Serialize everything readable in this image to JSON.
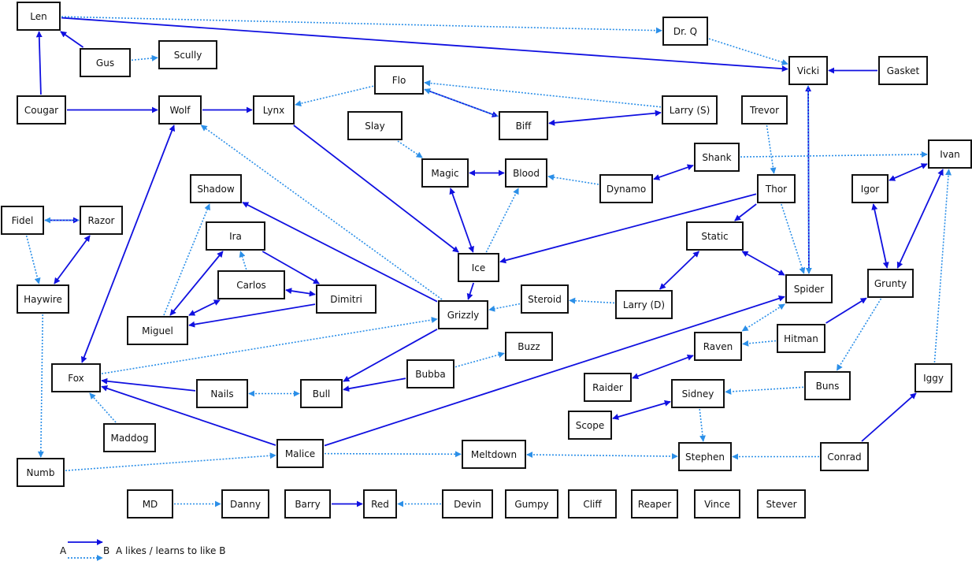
{
  "colors": {
    "likes": "#1010e0",
    "learns": "#2b8fe8",
    "border": "#111111"
  },
  "nodes": [
    {
      "id": "len",
      "label": "Len"
    },
    {
      "id": "gus",
      "label": "Gus"
    },
    {
      "id": "scully",
      "label": "Scully"
    },
    {
      "id": "drq",
      "label": "Dr. Q"
    },
    {
      "id": "vicki",
      "label": "Vicki"
    },
    {
      "id": "gasket",
      "label": "Gasket"
    },
    {
      "id": "cougar",
      "label": "Cougar"
    },
    {
      "id": "wolf",
      "label": "Wolf"
    },
    {
      "id": "lynx",
      "label": "Lynx"
    },
    {
      "id": "flo",
      "label": "Flo"
    },
    {
      "id": "biff",
      "label": "Biff"
    },
    {
      "id": "larrys",
      "label": "Larry (S)"
    },
    {
      "id": "trevor",
      "label": "Trevor"
    },
    {
      "id": "slay",
      "label": "Slay"
    },
    {
      "id": "magic",
      "label": "Magic"
    },
    {
      "id": "blood",
      "label": "Blood"
    },
    {
      "id": "dynamo",
      "label": "Dynamo"
    },
    {
      "id": "shank",
      "label": "Shank"
    },
    {
      "id": "ivan",
      "label": "Ivan"
    },
    {
      "id": "shadow",
      "label": "Shadow"
    },
    {
      "id": "thor",
      "label": "Thor"
    },
    {
      "id": "igor",
      "label": "Igor"
    },
    {
      "id": "fidel",
      "label": "Fidel"
    },
    {
      "id": "razor",
      "label": "Razor"
    },
    {
      "id": "ira",
      "label": "Ira"
    },
    {
      "id": "static",
      "label": "Static"
    },
    {
      "id": "ice",
      "label": "Ice"
    },
    {
      "id": "carlos",
      "label": "Carlos"
    },
    {
      "id": "dimitri",
      "label": "Dimitri"
    },
    {
      "id": "spider",
      "label": "Spider"
    },
    {
      "id": "grunty",
      "label": "Grunty"
    },
    {
      "id": "haywire",
      "label": "Haywire"
    },
    {
      "id": "steroid",
      "label": "Steroid"
    },
    {
      "id": "larryd",
      "label": "Larry (D)"
    },
    {
      "id": "grizzly",
      "label": "Grizzly"
    },
    {
      "id": "miguel",
      "label": "Miguel"
    },
    {
      "id": "hitman",
      "label": "Hitman"
    },
    {
      "id": "raven",
      "label": "Raven"
    },
    {
      "id": "buzz",
      "label": "Buzz"
    },
    {
      "id": "fox",
      "label": "Fox"
    },
    {
      "id": "bubba",
      "label": "Bubba"
    },
    {
      "id": "nails",
      "label": "Nails"
    },
    {
      "id": "bull",
      "label": "Bull"
    },
    {
      "id": "raider",
      "label": "Raider"
    },
    {
      "id": "buns",
      "label": "Buns"
    },
    {
      "id": "sidney",
      "label": "Sidney"
    },
    {
      "id": "iggy",
      "label": "Iggy"
    },
    {
      "id": "scope",
      "label": "Scope"
    },
    {
      "id": "maddog",
      "label": "Maddog"
    },
    {
      "id": "malice",
      "label": "Malice"
    },
    {
      "id": "meltdown",
      "label": "Meltdown"
    },
    {
      "id": "stephen",
      "label": "Stephen"
    },
    {
      "id": "conrad",
      "label": "Conrad"
    },
    {
      "id": "numb",
      "label": "Numb"
    },
    {
      "id": "md",
      "label": "MD"
    },
    {
      "id": "danny",
      "label": "Danny"
    },
    {
      "id": "barry",
      "label": "Barry"
    },
    {
      "id": "red",
      "label": "Red"
    },
    {
      "id": "devin",
      "label": "Devin"
    },
    {
      "id": "gumpy",
      "label": "Gumpy"
    },
    {
      "id": "cliff",
      "label": "Cliff"
    },
    {
      "id": "reaper",
      "label": "Reaper"
    },
    {
      "id": "vince",
      "label": "Vince"
    },
    {
      "id": "stever",
      "label": "Stever"
    }
  ],
  "edges": [
    {
      "from": "cougar",
      "to": "len",
      "type": "likes"
    },
    {
      "from": "gus",
      "to": "len",
      "type": "likes"
    },
    {
      "from": "len",
      "to": "vicki",
      "type": "likes"
    },
    {
      "from": "len",
      "to": "drq",
      "type": "learns"
    },
    {
      "from": "gus",
      "to": "scully",
      "type": "learns"
    },
    {
      "from": "drq",
      "to": "vicki",
      "type": "learns"
    },
    {
      "from": "gasket",
      "to": "vicki",
      "type": "likes"
    },
    {
      "from": "cougar",
      "to": "wolf",
      "type": "likes"
    },
    {
      "from": "wolf",
      "to": "lynx",
      "type": "likes"
    },
    {
      "from": "flo",
      "to": "lynx",
      "type": "learns"
    },
    {
      "from": "flo",
      "to": "biff",
      "type": "likes"
    },
    {
      "from": "biff",
      "to": "flo",
      "type": "learns"
    },
    {
      "from": "larrys",
      "to": "flo",
      "type": "learns"
    },
    {
      "from": "biff",
      "to": "larrys",
      "type": "likes",
      "both": true
    },
    {
      "from": "trevor",
      "to": "thor",
      "type": "learns"
    },
    {
      "from": "slay",
      "to": "magic",
      "type": "learns"
    },
    {
      "from": "magic",
      "to": "blood",
      "type": "likes",
      "both": true
    },
    {
      "from": "dynamo",
      "to": "blood",
      "type": "learns"
    },
    {
      "from": "dynamo",
      "to": "shank",
      "type": "likes",
      "both": true
    },
    {
      "from": "shank",
      "to": "ivan",
      "type": "learns"
    },
    {
      "from": "lynx",
      "to": "ice",
      "type": "likes"
    },
    {
      "from": "magic",
      "to": "ice",
      "type": "likes",
      "both": true
    },
    {
      "from": "ice",
      "to": "blood",
      "type": "learns"
    },
    {
      "from": "thor",
      "to": "ice",
      "type": "likes"
    },
    {
      "from": "thor",
      "to": "static",
      "type": "likes"
    },
    {
      "from": "thor",
      "to": "spider",
      "type": "learns"
    },
    {
      "from": "spider",
      "to": "vicki",
      "type": "likes"
    },
    {
      "from": "vicki",
      "to": "spider",
      "type": "learns"
    },
    {
      "from": "igor",
      "to": "ivan",
      "type": "likes",
      "both": true
    },
    {
      "from": "igor",
      "to": "grunty",
      "type": "likes",
      "both": true
    },
    {
      "from": "grunty",
      "to": "ivan",
      "type": "likes",
      "both": true
    },
    {
      "from": "fidel",
      "to": "razor",
      "type": "likes"
    },
    {
      "from": "razor",
      "to": "fidel",
      "type": "learns"
    },
    {
      "from": "fidel",
      "to": "haywire",
      "type": "learns"
    },
    {
      "from": "razor",
      "to": "haywire",
      "type": "likes",
      "both": true
    },
    {
      "from": "haywire",
      "to": "numb",
      "type": "learns"
    },
    {
      "from": "ira",
      "to": "dimitri",
      "type": "likes"
    },
    {
      "from": "carlos",
      "to": "ira",
      "type": "learns"
    },
    {
      "from": "carlos",
      "to": "dimitri",
      "type": "likes",
      "both": true
    },
    {
      "from": "ira",
      "to": "miguel",
      "type": "likes",
      "both": true
    },
    {
      "from": "carlos",
      "to": "miguel",
      "type": "likes",
      "both": true
    },
    {
      "from": "dimitri",
      "to": "miguel",
      "type": "likes"
    },
    {
      "from": "miguel",
      "to": "shadow",
      "type": "learns"
    },
    {
      "from": "grizzly",
      "to": "shadow",
      "type": "likes"
    },
    {
      "from": "grizzly",
      "to": "wolf",
      "type": "learns"
    },
    {
      "from": "ice",
      "to": "grizzly",
      "type": "likes"
    },
    {
      "from": "steroid",
      "to": "grizzly",
      "type": "learns"
    },
    {
      "from": "larryd",
      "to": "steroid",
      "type": "learns"
    },
    {
      "from": "larryd",
      "to": "static",
      "type": "likes",
      "both": true
    },
    {
      "from": "static",
      "to": "spider",
      "type": "likes",
      "both": true
    },
    {
      "from": "hitman",
      "to": "grunty",
      "type": "likes"
    },
    {
      "from": "hitman",
      "to": "raven",
      "type": "learns"
    },
    {
      "from": "spider",
      "to": "raven",
      "type": "learns",
      "both": true
    },
    {
      "from": "raider",
      "to": "raven",
      "type": "likes",
      "both": true
    },
    {
      "from": "grunty",
      "to": "buns",
      "type": "learns"
    },
    {
      "from": "buns",
      "to": "sidney",
      "type": "learns"
    },
    {
      "from": "scope",
      "to": "sidney",
      "type": "likes",
      "both": true
    },
    {
      "from": "sidney",
      "to": "stephen",
      "type": "learns"
    },
    {
      "from": "conrad",
      "to": "stephen",
      "type": "learns"
    },
    {
      "from": "conrad",
      "to": "iggy",
      "type": "likes"
    },
    {
      "from": "iggy",
      "to": "ivan",
      "type": "learns"
    },
    {
      "from": "wolf",
      "to": "fox",
      "type": "likes",
      "both": true
    },
    {
      "from": "fox",
      "to": "grizzly",
      "type": "learns"
    },
    {
      "from": "nails",
      "to": "fox",
      "type": "likes"
    },
    {
      "from": "maddog",
      "to": "fox",
      "type": "learns"
    },
    {
      "from": "malice",
      "to": "fox",
      "type": "likes"
    },
    {
      "from": "grizzly",
      "to": "bull",
      "type": "likes"
    },
    {
      "from": "bubba",
      "to": "bull",
      "type": "likes"
    },
    {
      "from": "bubba",
      "to": "buzz",
      "type": "learns"
    },
    {
      "from": "nails",
      "to": "bull",
      "type": "learns",
      "both": true
    },
    {
      "from": "malice",
      "to": "spider",
      "type": "likes"
    },
    {
      "from": "malice",
      "to": "meltdown",
      "type": "learns"
    },
    {
      "from": "numb",
      "to": "malice",
      "type": "learns"
    },
    {
      "from": "meltdown",
      "to": "stephen",
      "type": "learns",
      "both": true
    },
    {
      "from": "md",
      "to": "danny",
      "type": "learns"
    },
    {
      "from": "barry",
      "to": "red",
      "type": "likes"
    },
    {
      "from": "devin",
      "to": "red",
      "type": "learns"
    }
  ],
  "legend": {
    "a": "A",
    "b": "B",
    "text": "A likes / learns to like B"
  }
}
